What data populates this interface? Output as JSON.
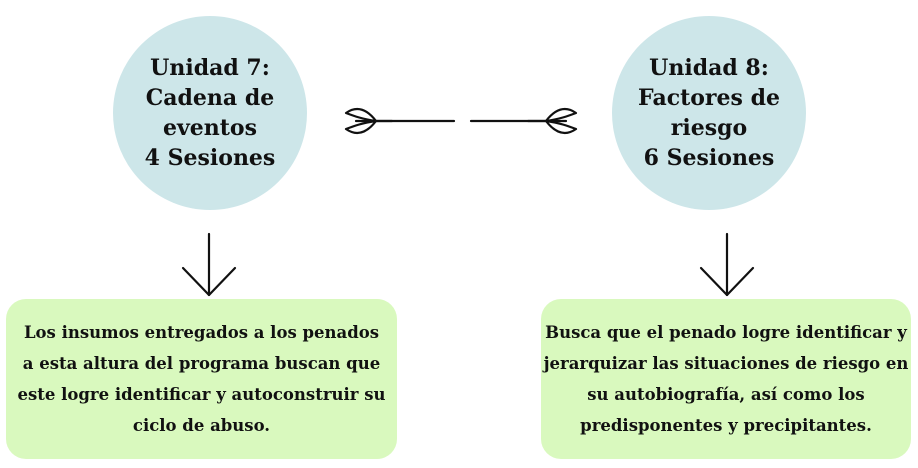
{
  "units": [
    {
      "title_lines": [
        "Unidad 7:",
        "Cadena de",
        "eventos",
        "4 Sesiones"
      ],
      "description_lines": [
        "Los insumos entregados a los penados",
        "a esta altura del programa buscan que",
        "este logre identificar y autoconstruir su",
        "ciclo de abuso."
      ]
    },
    {
      "title_lines": [
        "Unidad 8:",
        "Factores de",
        "riesgo",
        "6 Sesiones"
      ],
      "description_lines": [
        "Busca que el penado logre identificar y",
        "jerarquizar las situaciones de riesgo en",
        "su autobiografía, así como los",
        "predisponentes y precipitantes."
      ]
    }
  ],
  "colors": {
    "circle_fill": "#cde6e9",
    "box_fill": "#d9f9be",
    "stroke": "#111111"
  }
}
